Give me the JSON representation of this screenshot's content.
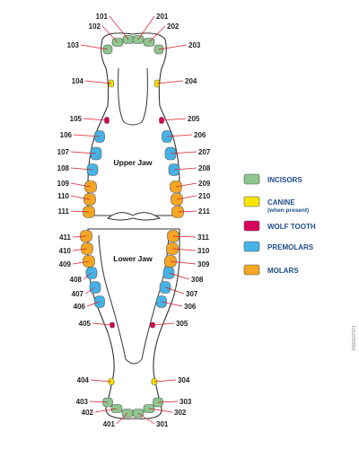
{
  "jaw_labels": {
    "upper": "Upper Jaw",
    "lower": "Lower Jaw"
  },
  "legend": [
    {
      "key": "incisor",
      "label": "INCISORS",
      "sublabel": "",
      "color": "#8dc68e"
    },
    {
      "key": "canine",
      "label": "CANINE",
      "sublabel": "(when present)",
      "color": "#f7e400"
    },
    {
      "key": "wolf",
      "label": "WOLF TOOTH",
      "sublabel": "",
      "color": "#d6005c"
    },
    {
      "key": "premolar",
      "label": "PREMOLARS",
      "sublabel": "",
      "color": "#45b3e6"
    },
    {
      "key": "molar",
      "label": "MOLARS",
      "sublabel": "",
      "color": "#f5a623"
    }
  ],
  "stock_id": "#100107071",
  "teeth": {
    "upper_right": [
      "101",
      "102",
      "103",
      "104",
      "105",
      "106",
      "107",
      "108",
      "109",
      "110",
      "111"
    ],
    "upper_left": [
      "201",
      "202",
      "203",
      "204",
      "205",
      "206",
      "207",
      "208",
      "209",
      "210",
      "211"
    ],
    "lower_left": [
      "301",
      "302",
      "303",
      "304",
      "305",
      "306",
      "307",
      "308",
      "309",
      "310",
      "311"
    ],
    "lower_right": [
      "401",
      "402",
      "403",
      "404",
      "405",
      "406",
      "407",
      "408",
      "409",
      "410",
      "411"
    ]
  }
}
